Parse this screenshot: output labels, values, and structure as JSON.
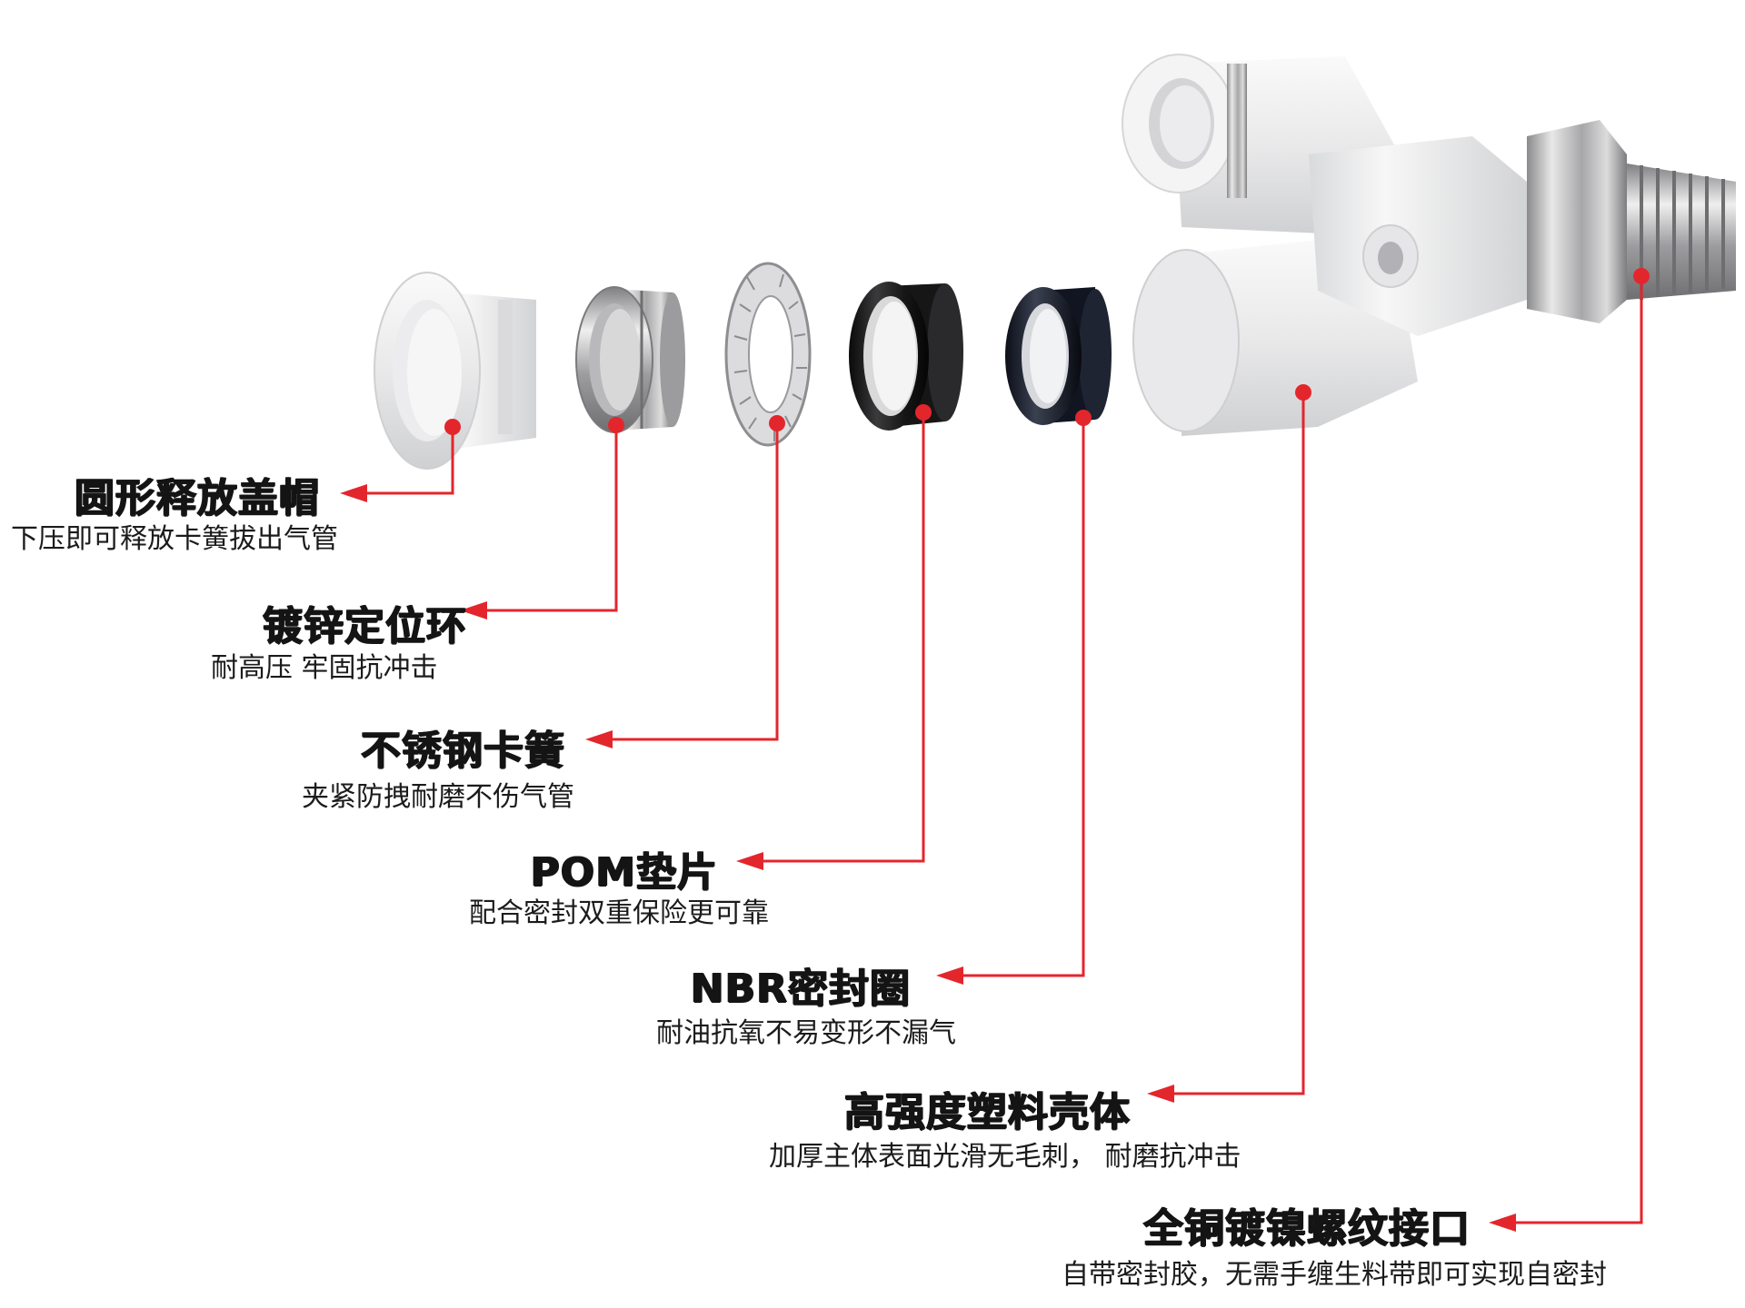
{
  "accent_color": "#e3262c",
  "parts": [
    {
      "id": "cap",
      "title": "圆形释放盖帽",
      "desc": "下压即可释放卡簧拔出气管"
    },
    {
      "id": "ring",
      "title": "镀锌定位环",
      "desc": "耐高压 牢固抗冲击"
    },
    {
      "id": "spring",
      "title": "不锈钢卡簧",
      "desc": "夹紧防拽耐磨不伤气管"
    },
    {
      "id": "pom",
      "title": "POM垫片",
      "desc": "配合密封双重保险更可靠"
    },
    {
      "id": "nbr",
      "title": "NBR密封圈",
      "desc": "耐油抗氧不易变形不漏气"
    },
    {
      "id": "body",
      "title": "高强度塑料壳体",
      "desc": "加厚主体表面光滑无毛刺， 耐磨抗冲击"
    },
    {
      "id": "thread",
      "title": "全铜镀镍螺纹接口",
      "desc": "自带密封胶，无需手缠生料带即可实现自密封"
    }
  ]
}
